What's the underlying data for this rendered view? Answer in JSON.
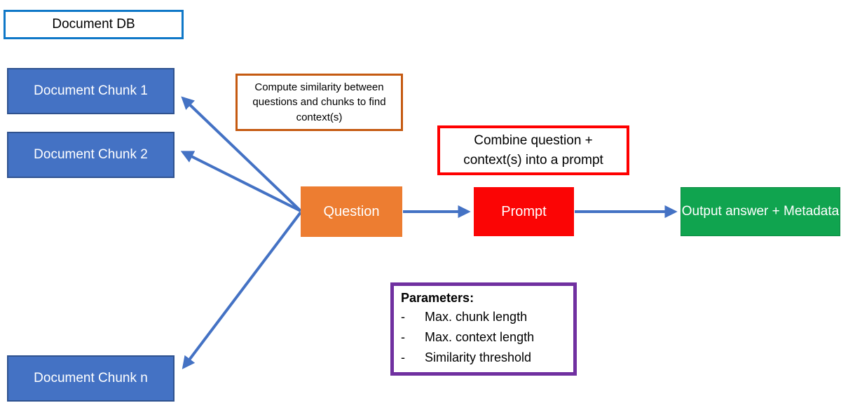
{
  "diagram": {
    "type": "flowchart",
    "description": "Retrieval-augmented question answering pipeline",
    "nodes": {
      "document_db": {
        "label": "Document DB"
      },
      "chunk_1": {
        "label": "Document Chunk 1"
      },
      "chunk_2": {
        "label": "Document Chunk 2"
      },
      "chunk_n": {
        "label": "Document Chunk n"
      },
      "compute_similarity": {
        "label": "Compute similarity between questions and chunks to find context(s)"
      },
      "combine": {
        "label": "Combine question + context(s) into a prompt"
      },
      "question": {
        "label": "Question"
      },
      "prompt": {
        "label": "Prompt"
      },
      "output": {
        "label": "Output answer + Metadata"
      },
      "parameters": {
        "title": "Parameters:",
        "bullet": "-",
        "items": [
          "Max. chunk length",
          "Max. context length",
          "Similarity threshold"
        ]
      }
    },
    "edges": [
      {
        "from": "question",
        "to": "chunk_1"
      },
      {
        "from": "question",
        "to": "chunk_2"
      },
      {
        "from": "question",
        "to": "chunk_n"
      },
      {
        "from": "question",
        "to": "prompt"
      },
      {
        "from": "prompt",
        "to": "output"
      }
    ],
    "colors": {
      "chunk_fill": "#4472C4",
      "chunk_border": "#2F528F",
      "db_border": "#0F78C8",
      "compute_border": "#C55A11",
      "combine_border": "#FF0000",
      "question_fill": "#ED7D31",
      "prompt_fill": "#FB0505",
      "output_fill": "#10A44F",
      "parameters_border": "#7030A0",
      "arrow": "#4472C4",
      "background": "#FFFFFF"
    }
  }
}
